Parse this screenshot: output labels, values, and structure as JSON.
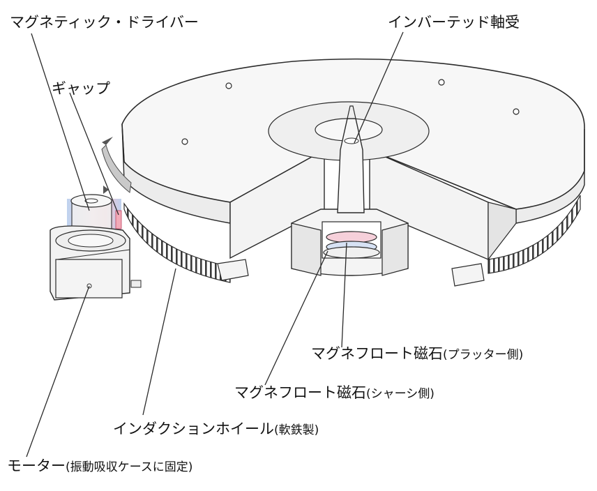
{
  "labels": {
    "magnetic_driver": "マグネティック・ドライバー",
    "gap": "ギャップ",
    "inverted_bearing": "インバーテッド軸受",
    "float_magnet_platter": "マグネフロート磁石",
    "float_magnet_platter_note": "(プラッター側)",
    "float_magnet_chassis": "マグネフロート磁石",
    "float_magnet_chassis_note": "(シャーシ側)",
    "induction_wheel": "インダクションホイール",
    "induction_wheel_note": "(軟鉄製)",
    "motor": "モーター",
    "motor_note": "(振動吸収ケースに固定)"
  },
  "colors": {
    "line": "#2a2a2a",
    "body": "#f7f7f7",
    "shade": "#dcdcdc",
    "magnet_blue": "#a9c3ea",
    "magnet_pink": "#f2aab8"
  }
}
